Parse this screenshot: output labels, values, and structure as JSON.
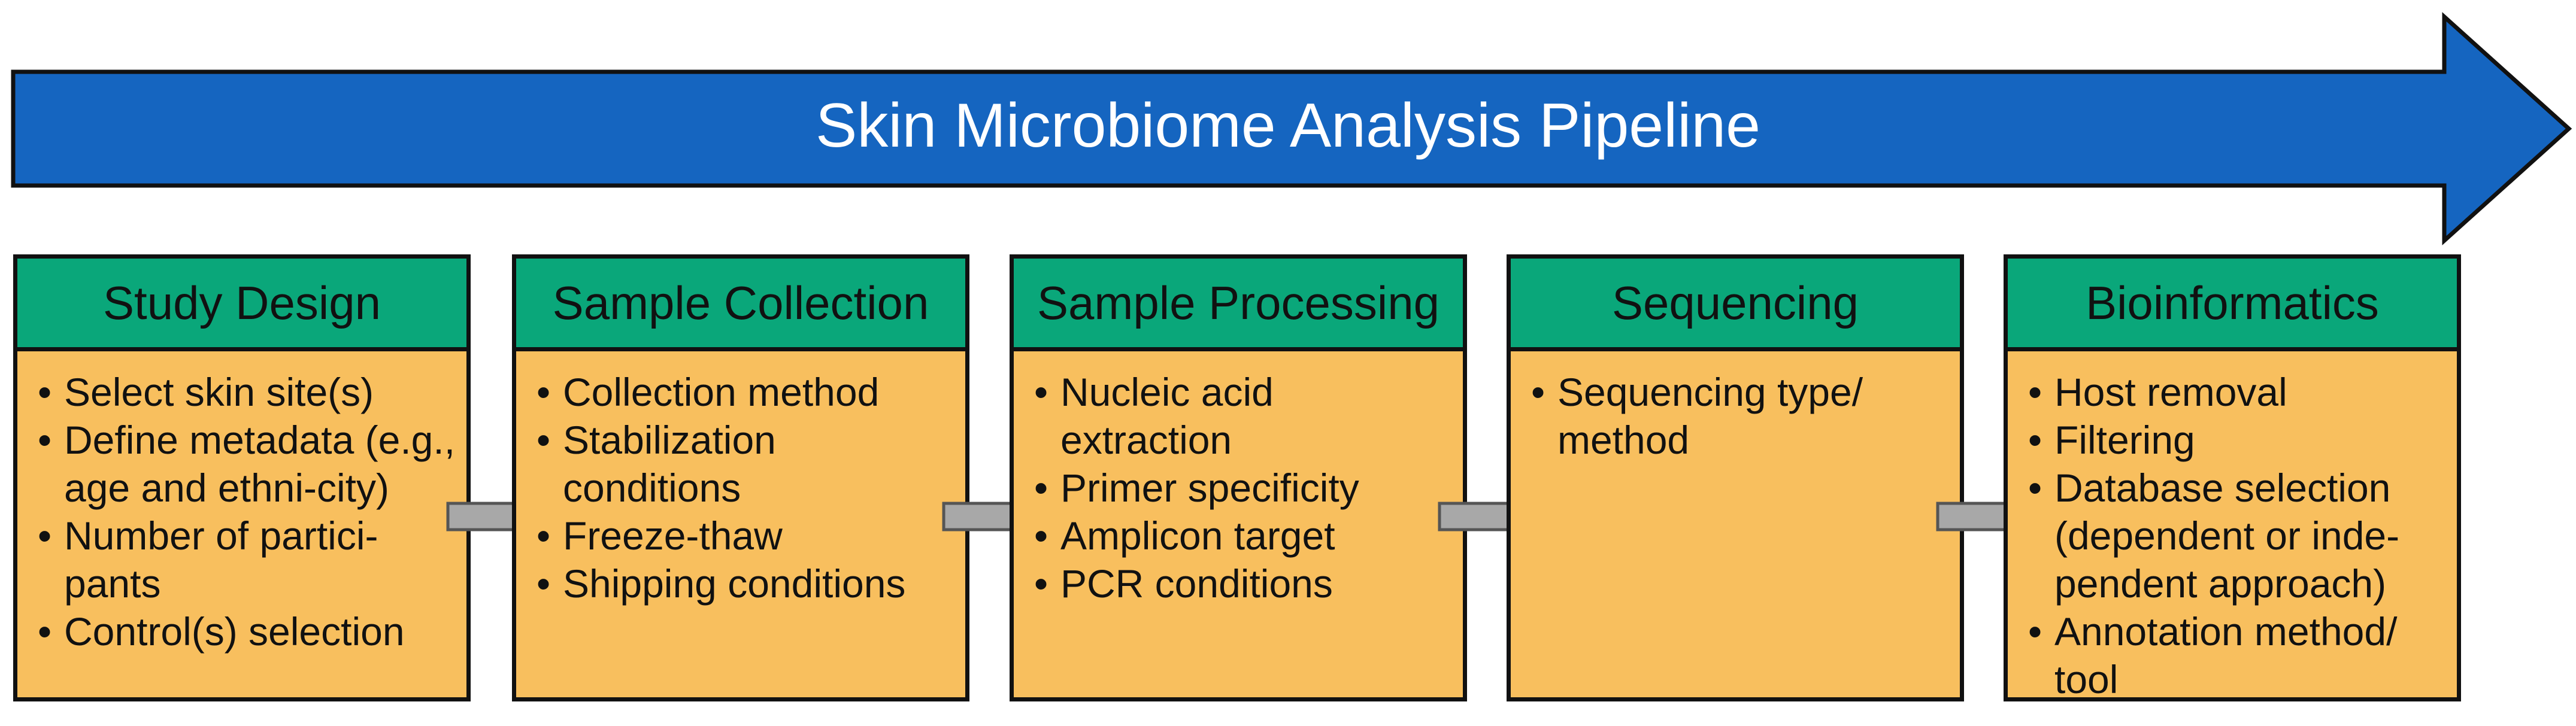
{
  "banner": {
    "title": "Skin Microbiome Analysis Pipeline"
  },
  "stages": [
    {
      "title": "Study Design",
      "items": [
        "Select skin site(s)",
        "Define metadata (e.g., age and ethni-city)",
        "Number of partici-pants",
        "Control(s) selection"
      ]
    },
    {
      "title": "Sample Collection",
      "items": [
        "Collection method",
        "Stabilization conditions",
        "Freeze-thaw",
        "Shipping conditions"
      ]
    },
    {
      "title": "Sample Processing",
      "items": [
        "Nucleic acid extraction",
        "Primer specificity",
        "Amplicon target",
        "PCR conditions"
      ]
    },
    {
      "title": "Sequencing",
      "items": [
        "Sequencing type/ method"
      ]
    },
    {
      "title": "Bioinformatics",
      "items": [
        "Host removal",
        "Filtering",
        "Database selection (dependent or inde-pendent approach)",
        "Annotation method/ tool"
      ]
    }
  ],
  "colors": {
    "banner": "#1565c0",
    "header": "#0aa77a",
    "body": "#f8bf5e",
    "connector": "#a8a8a8"
  }
}
